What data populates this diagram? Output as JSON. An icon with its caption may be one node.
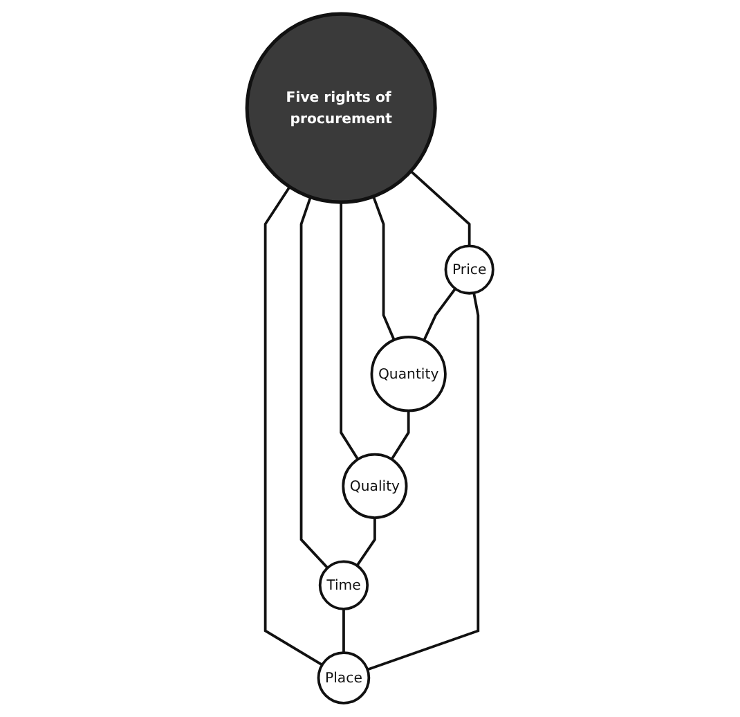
{
  "diagram": {
    "nodes": [
      {
        "text": [
          "Price"
        ]
      },
      {
        "text": [
          "Place"
        ]
      },
      {
        "text": [
          "Five rights of procurement"
        ]
      },
      {
        "text": [
          "Quantity"
        ]
      },
      {
        "text": [
          "Time"
        ]
      },
      {
        "text": [
          "Quality"
        ]
      }
    ],
    "edges": [
      {
        "from": 2,
        "to": 0,
        "arrow": "none"
      },
      {
        "from": 2,
        "to": 3,
        "arrow": "none"
      },
      {
        "from": 2,
        "to": 5,
        "arrow": "none"
      },
      {
        "from": 2,
        "to": 4,
        "arrow": "none"
      },
      {
        "from": 2,
        "to": 1,
        "arrow": "none"
      },
      {
        "from": 0,
        "to": 3,
        "arrow": "none"
      },
      {
        "from": 3,
        "to": 5,
        "arrow": "none"
      },
      {
        "from": 5,
        "to": 4,
        "arrow": "none"
      },
      {
        "from": 4,
        "to": 1,
        "arrow": "none"
      },
      {
        "from": 1,
        "to": 0,
        "arrow": "none"
      }
    ]
  }
}
